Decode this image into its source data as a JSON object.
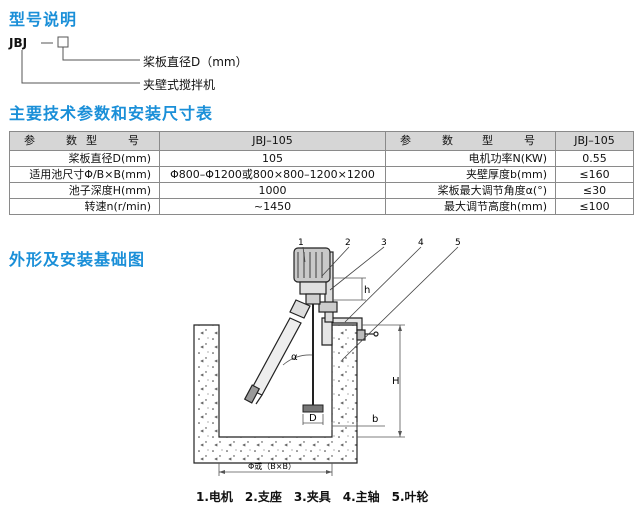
{
  "sections": {
    "model_title": "型号说明",
    "params_title": "主要技术参数和安装尺寸表",
    "drawing_title": "外形及安装基础图"
  },
  "model": {
    "prefix": "JBJ",
    "label_diameter": "桨板直径D（mm）",
    "label_type": "夹壁式搅拌机"
  },
  "table": {
    "head_left_param": "参　数",
    "head_left_model": "型　号",
    "head_left_value": "JBJ–105",
    "head_right_param": "参　数",
    "head_right_model": "型　号",
    "head_right_value": "JBJ–105",
    "rows": [
      {
        "lp": "桨板直径D(mm)",
        "lv": "105",
        "rp": "电机功率N(KW)",
        "rv": "0.55"
      },
      {
        "lp": "适用池尺寸Φ/B×B(mm)",
        "lv": "Φ800–Φ1200或800×800–1200×1200",
        "rp": "夹壁厚度b(mm)",
        "rv": "≤160"
      },
      {
        "lp": "池子深度H(mm)",
        "lv": "1000",
        "rp": "桨板最大调节角度α(°)",
        "rv": "≤30"
      },
      {
        "lp": "转速n(r/min)",
        "lv": "~1450",
        "rp": "最大调节高度h(mm)",
        "rv": "≤100"
      }
    ]
  },
  "drawing": {
    "callouts": [
      "1",
      "2",
      "3",
      "4",
      "5"
    ],
    "dim_h": "h",
    "dim_H": "H",
    "dim_D": "D",
    "dim_b": "b",
    "angle": "α",
    "dim_bottom": "Φ或（B×B）",
    "legend": "1.电机　2.支座　3.夹具　4.主轴　5.叶轮"
  }
}
